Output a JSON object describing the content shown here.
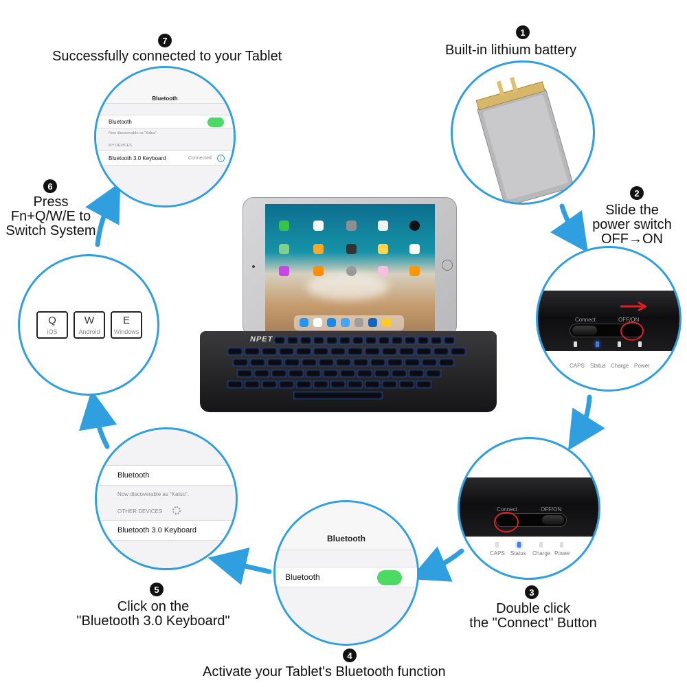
{
  "steps": [
    {
      "num": "1",
      "caption": "Built-in lithium battery"
    },
    {
      "num": "2",
      "caption_lines": [
        "Slide the",
        "power switch",
        "OFF→ON"
      ]
    },
    {
      "num": "3",
      "caption_lines": [
        "Double click",
        "the \"Connect\" Button"
      ]
    },
    {
      "num": "4",
      "caption": "Activate your Tablet's Bluetooth function"
    },
    {
      "num": "5",
      "caption_lines": [
        "Click on the",
        "\"Bluetooth 3.0 Keyboard\""
      ]
    },
    {
      "num": "6",
      "caption_lines": [
        "Press",
        "Fn+Q/W/E to",
        "Switch System"
      ]
    },
    {
      "num": "7",
      "caption": "Successfully connected to your Tablet"
    }
  ],
  "connected_panel": {
    "header": "Bluetooth",
    "bluetooth_label": "Bluetooth",
    "discoverable": "Now discoverable as “Kaluo”.",
    "section": "MY DEVICES",
    "device": "Bluetooth 3.0 Keyboard",
    "status": "Connected"
  },
  "device_panel": {
    "connect": "Connect",
    "onoff": "OFF/ON",
    "leds": [
      "CAPS",
      "Status",
      "Charge",
      "Power"
    ]
  },
  "bluetooth_toggle_panel": {
    "header": "Bluetooth",
    "bluetooth_label": "Bluetooth"
  },
  "other_devices_panel": {
    "bluetooth_label": "Bluetooth",
    "discoverable": "Now discoverable as “Kaluo”.",
    "section": "OTHER DEVICES",
    "device": "Bluetooth 3.0 Keyboard"
  },
  "keycaps": [
    {
      "key": "Q",
      "system": "iOS"
    },
    {
      "key": "W",
      "system": "Android"
    },
    {
      "key": "E",
      "system": "Windows"
    }
  ],
  "keyboard": {
    "brand": "NPET"
  },
  "colors": {
    "accent": "#2f9fe0",
    "toggle_on": "#4cd964",
    "red_marker": "#e02020",
    "status_led": "#3a7bff"
  }
}
